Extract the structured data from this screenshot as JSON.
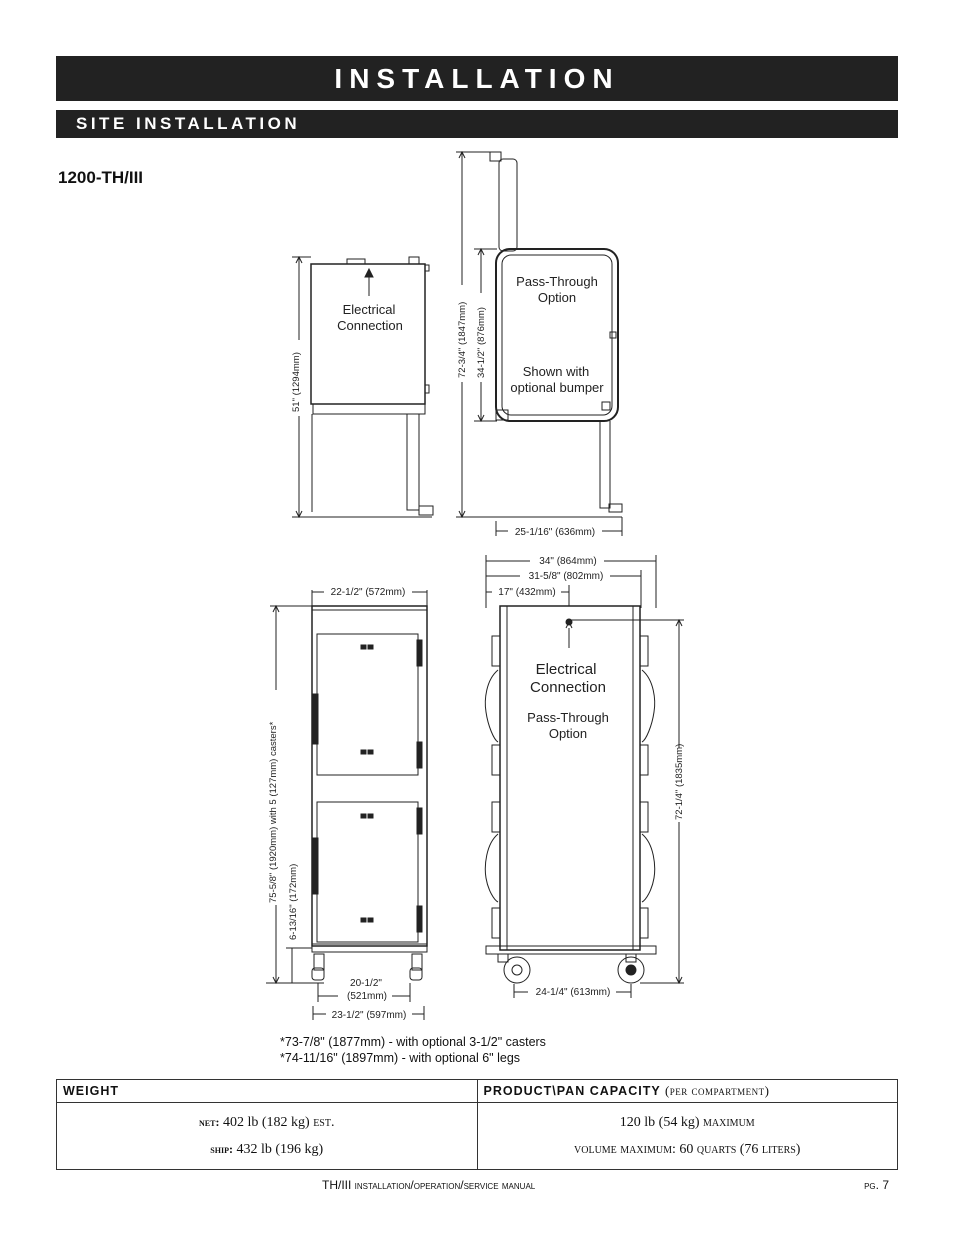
{
  "header": {
    "title": "INSTALLATION",
    "section": "SITE INSTALLATION"
  },
  "model": "1200-TH/III",
  "drawing": {
    "side_view": {
      "height_dim": "51\" (1294mm)",
      "label_line1": "Electrical",
      "label_line2": "Connection"
    },
    "side_view_pass": {
      "height_dim_total": "72-3/4\" (1847mm)",
      "height_dim_bumper": "34-1/2\" (876mm)",
      "pass_line1": "Pass-Through",
      "pass_line2": "Option",
      "shown_line1": "Shown with",
      "shown_line2": "optional bumper",
      "depth_dim": "25-1/16\" (636mm)"
    },
    "front_view": {
      "width_dim": "22-1/2\" (572mm)",
      "height_dim": "75-5/8\" (1920mm) with 5 (127mm) casters*",
      "leg_dim": "6-13/16\" (172mm)",
      "inner_dim_line1": "20-1/2\"",
      "inner_dim_line2": "(521mm)",
      "outer_dim": "23-1/2\" (597mm)"
    },
    "rear_view": {
      "dim_overall": "34\" (864mm)",
      "dim_body": "31-5/8\" (802mm)",
      "dim_center": "17\" (432mm)",
      "elec_line1": "Electrical",
      "elec_line2": "Connection",
      "pass_line1": "Pass-Through",
      "pass_line2": "Option",
      "height_dim": "72-1/4\" (1835mm)",
      "base_dim": "24-1/4\" (613mm)"
    }
  },
  "notes": [
    "*73-7/8\" (1877mm) - with optional 3-1/2\" casters",
    "*74-11/16\" (1897mm) - with optional 6\" legs"
  ],
  "table": {
    "weight_header": "WEIGHT",
    "capacity_header": "PRODUCT\\PAN CAPACITY",
    "capacity_sub": "(per compartment)",
    "net_label": "net:",
    "net_value": "402 lb (182 kg)",
    "net_suffix": "est.",
    "ship_label": "ship:",
    "ship_value": "432 lb (196 kg)",
    "cap_value": "120 lb (54 kg)",
    "cap_suffix": "maximum",
    "volume": "volume maximum: 60 quarts (76 liters)"
  },
  "footer": {
    "title": "TH/III installation/operation/service manual",
    "page": "pg. 7"
  }
}
